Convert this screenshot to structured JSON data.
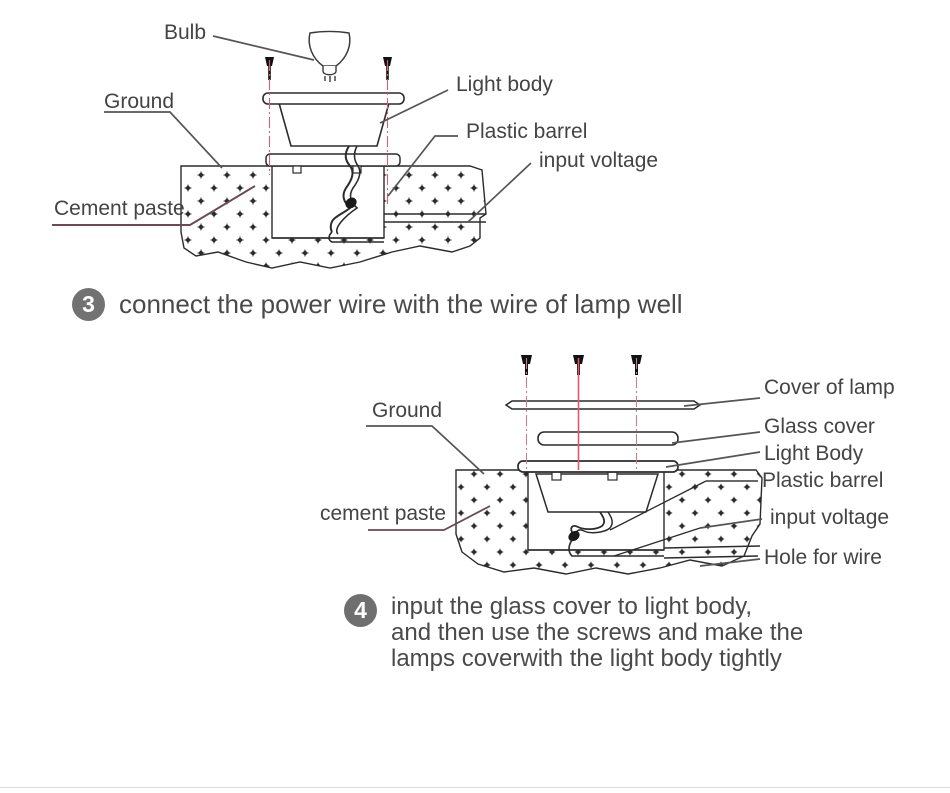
{
  "page": {
    "background_color": "#ffffff",
    "divider_color": "#dcdcdc",
    "line_color": "#4a4a4a",
    "accent_color": "#d9606e",
    "badge_color": "#727272"
  },
  "diagram_top": {
    "title_labels": {
      "bulb": "Bulb",
      "ground": "Ground",
      "cement_paste": "Cement paste",
      "light_body": "Light body",
      "plastic_barrel": "Plastic barrel",
      "input_voltage": "input voltage"
    }
  },
  "step3": {
    "number": "3",
    "text": "connect the power wire with the wire of lamp well"
  },
  "diagram_bottom": {
    "title_labels": {
      "ground": "Ground",
      "cement_paste": "cement paste",
      "cover_of_lamp": "Cover of lamp",
      "glass_cover": "Glass cover",
      "light_body": "Light Body",
      "plastic_barrel": "Plastic barrel",
      "input_voltage": "input voltage",
      "hole_for_wire": "Hole for wire"
    }
  },
  "step4": {
    "number": "4",
    "line1": "input the glass cover to light body,",
    "line2": "and then use the screws and make the",
    "line3": "lamps coverwith the light body tightly"
  }
}
